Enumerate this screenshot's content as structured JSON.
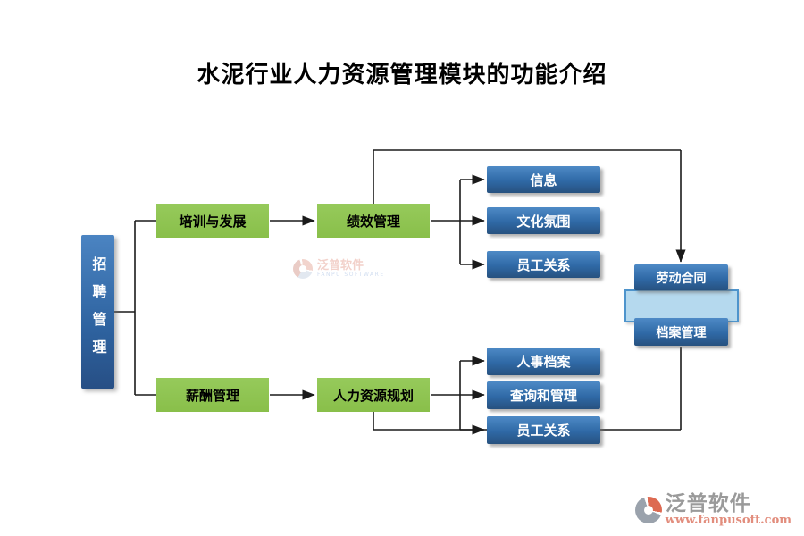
{
  "title": "水泥行业人力资源管理模块的功能介绍",
  "nodes": {
    "recruitment": {
      "label": "招聘管理"
    },
    "training": {
      "label": "培训与发展"
    },
    "performance": {
      "label": "绩效管理"
    },
    "salary": {
      "label": "薪酬管理"
    },
    "hr_planning": {
      "label": "人力资源规划"
    },
    "info": {
      "label": "信息"
    },
    "culture": {
      "label": "文化氛围"
    },
    "employee_rel_top": {
      "label": "员工关系"
    },
    "personnel_files": {
      "label": "人事档案"
    },
    "query_mgmt": {
      "label": "查询和管理"
    },
    "employee_rel_bottom": {
      "label": "员工关系"
    },
    "labor_contract": {
      "label": "劳动合同"
    },
    "archive_mgmt": {
      "label": "档案管理"
    }
  },
  "edges": [
    {
      "from": "recruitment",
      "to": "training"
    },
    {
      "from": "recruitment",
      "to": "salary"
    },
    {
      "from": "training",
      "to": "performance"
    },
    {
      "from": "performance",
      "to": "info"
    },
    {
      "from": "performance",
      "to": "culture"
    },
    {
      "from": "performance",
      "to": "employee_rel_top"
    },
    {
      "from": "performance",
      "to": "labor_contract"
    },
    {
      "from": "salary",
      "to": "hr_planning"
    },
    {
      "from": "hr_planning",
      "to": "personnel_files"
    },
    {
      "from": "hr_planning",
      "to": "query_mgmt"
    },
    {
      "from": "hr_planning",
      "to": "employee_rel_bottom"
    },
    {
      "from": "employee_rel_bottom",
      "to": "archive_mgmt"
    }
  ],
  "connectors": {
    "stroke": "#1a1a1a",
    "width": 1.6,
    "segments": [
      [
        128,
        349,
        151,
        349
      ],
      [
        151,
        247,
        151,
        442
      ],
      [
        151,
        247,
        176,
        247
      ],
      [
        151,
        442,
        176,
        442
      ],
      [
        418,
        228,
        418,
        168
      ],
      [
        418,
        168,
        762,
        168
      ],
      [
        482,
        247,
        515,
        247
      ],
      [
        515,
        201,
        515,
        296
      ],
      [
        482,
        442,
        515,
        442
      ],
      [
        515,
        404,
        515,
        481
      ],
      [
        418,
        461,
        418,
        481
      ],
      [
        418,
        481,
        762,
        481
      ],
      [
        762,
        481,
        762,
        388
      ]
    ],
    "arrows": [
      [
        302,
        247,
        352,
        247
      ],
      [
        302,
        442,
        352,
        442
      ],
      [
        762,
        168,
        762,
        293
      ],
      [
        515,
        201,
        542,
        201
      ],
      [
        515,
        247,
        542,
        247
      ],
      [
        515,
        296,
        542,
        296
      ],
      [
        515,
        404,
        542,
        404
      ],
      [
        515,
        442,
        542,
        442
      ],
      [
        515,
        481,
        542,
        481
      ]
    ]
  },
  "colors": {
    "title": "#000000",
    "green_node": "#8dc351",
    "blue_node_top": "#4e8ac6",
    "blue_node_bottom": "#27517f",
    "light_bar_fill": "#b5d9ee",
    "light_bar_border": "#4e94cc",
    "line": "#1a1a1a",
    "brand_grey": "#9a9a9a",
    "url_salmon": "#e28d7d",
    "watermark_pink": "#f0c9c1",
    "logo_red": "#dd6a52"
  },
  "watermark": {
    "brand": "泛普软件",
    "sub": "FANPU SOFTWARE"
  },
  "footer": {
    "brand": "泛普软件",
    "url": "www.fanpusoft.com"
  }
}
